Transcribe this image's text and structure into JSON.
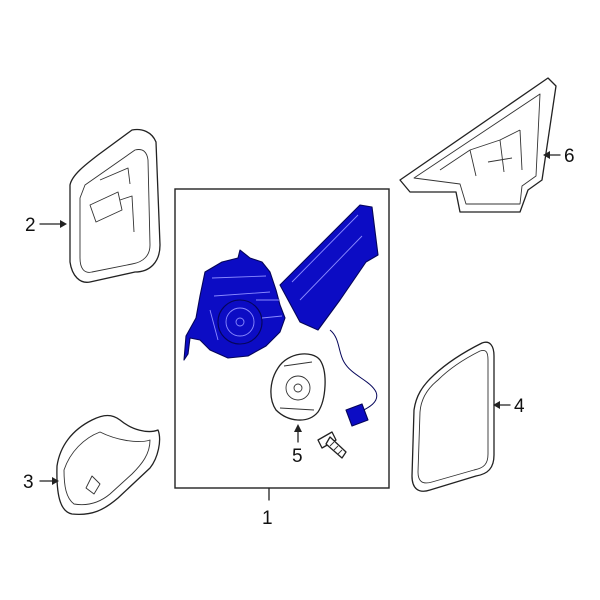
{
  "callouts": {
    "part1": "1",
    "part2": "2",
    "part3": "3",
    "part4": "4",
    "part5": "5",
    "part6": "6"
  },
  "colors": {
    "highlight": "#0c0cc4",
    "outline": "#222222",
    "background": "#ffffff"
  }
}
